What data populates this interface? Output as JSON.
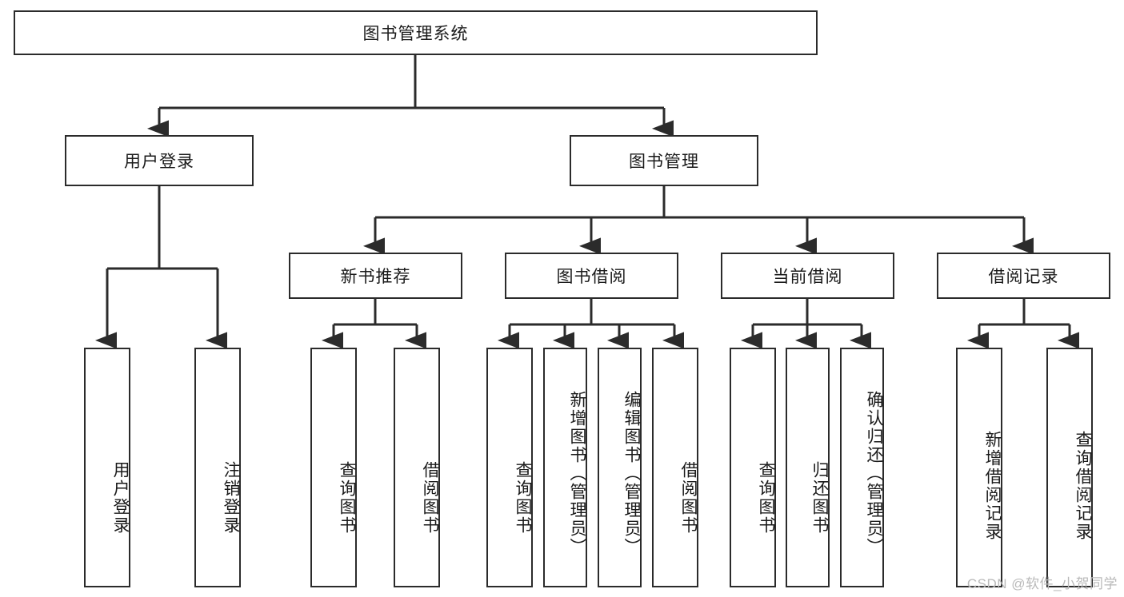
{
  "diagram": {
    "title": "图书管理系统",
    "type": "hierarchy-tree",
    "colors": {
      "box_border": "#2b2b2b",
      "box_fill": "#ffffff",
      "connector": "#2b2b2b",
      "text": "#1a1a1a",
      "watermark": "#b9b9b9"
    },
    "root": {
      "label": "图书管理系统"
    },
    "level2": [
      {
        "label": "用户登录"
      },
      {
        "label": "图书管理"
      }
    ],
    "level3": [
      {
        "label": "新书推荐"
      },
      {
        "label": "图书借阅"
      },
      {
        "label": "当前借阅"
      },
      {
        "label": "借阅记录"
      }
    ],
    "leaves": {
      "user_login": [
        {
          "label": "用户登录"
        },
        {
          "label": "注销登录"
        }
      ],
      "new_book_recommend": [
        {
          "label": "查询图书"
        },
        {
          "label": "借阅图书"
        }
      ],
      "book_borrow": [
        {
          "label": "查询图书"
        },
        {
          "label": "新增图书（管理员）"
        },
        {
          "label": "编辑图书（管理员）"
        },
        {
          "label": "借阅图书"
        }
      ],
      "current_borrow": [
        {
          "label": "查询图书"
        },
        {
          "label": "归还图书"
        },
        {
          "label": "确认归还（管理员）"
        }
      ],
      "borrow_record": [
        {
          "label": "新增借阅记录"
        },
        {
          "label": "查询借阅记录"
        }
      ]
    }
  },
  "watermark": {
    "text": "CSDN @软件_小贺同学"
  }
}
